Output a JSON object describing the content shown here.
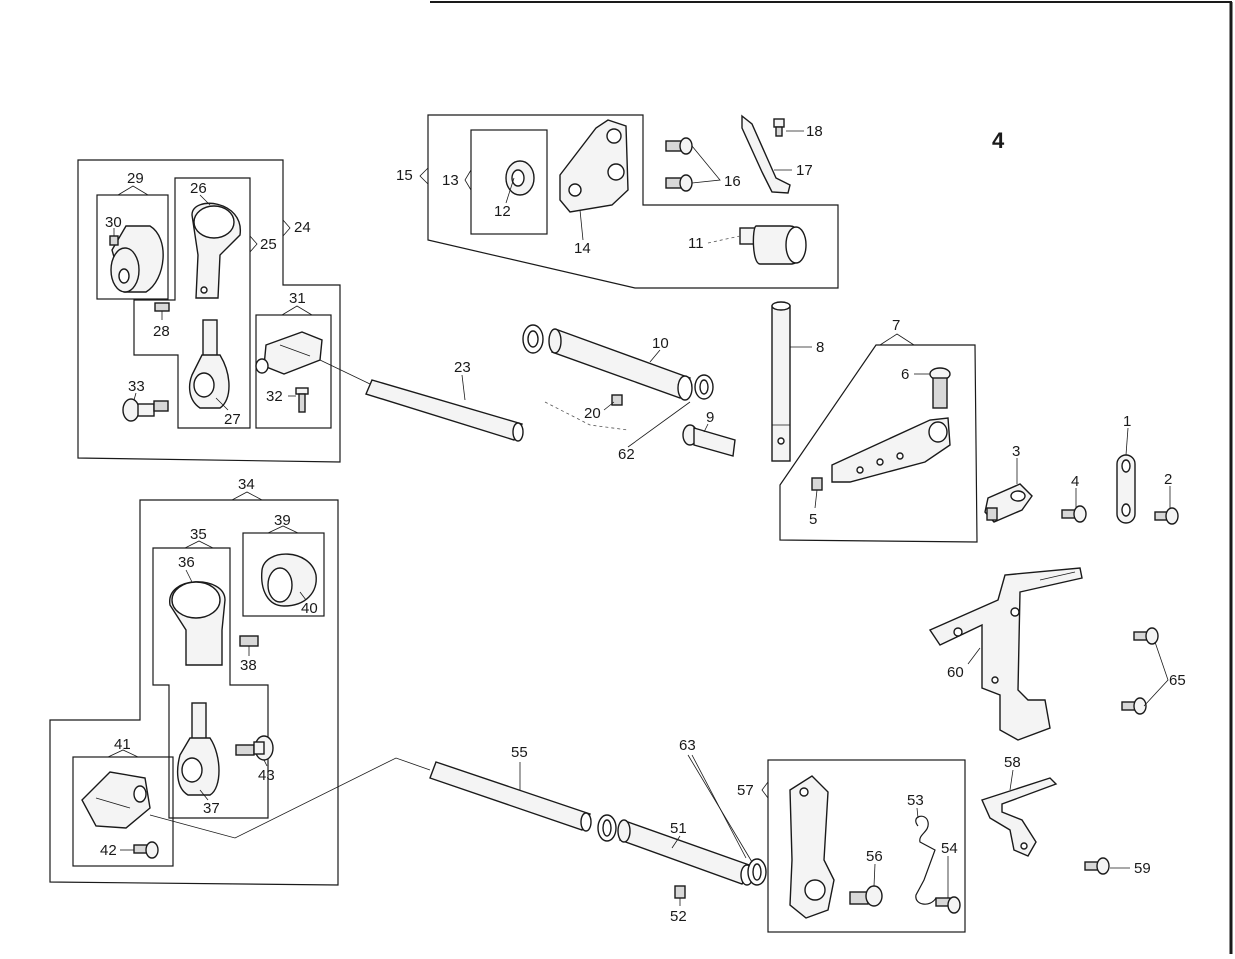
{
  "page": {
    "number": "4"
  },
  "callouts": [
    "1",
    "2",
    "3",
    "4",
    "5",
    "6",
    "7",
    "8",
    "9",
    "10",
    "11",
    "12",
    "13",
    "14",
    "15",
    "16",
    "17",
    "18",
    "20",
    "23",
    "24",
    "25",
    "26",
    "27",
    "28",
    "29",
    "30",
    "31",
    "32",
    "33",
    "34",
    "35",
    "36",
    "37",
    "38",
    "39",
    "40",
    "41",
    "42",
    "43",
    "51",
    "52",
    "53",
    "54",
    "55",
    "56",
    "57",
    "58",
    "59",
    "60",
    "62",
    "63",
    "65"
  ]
}
